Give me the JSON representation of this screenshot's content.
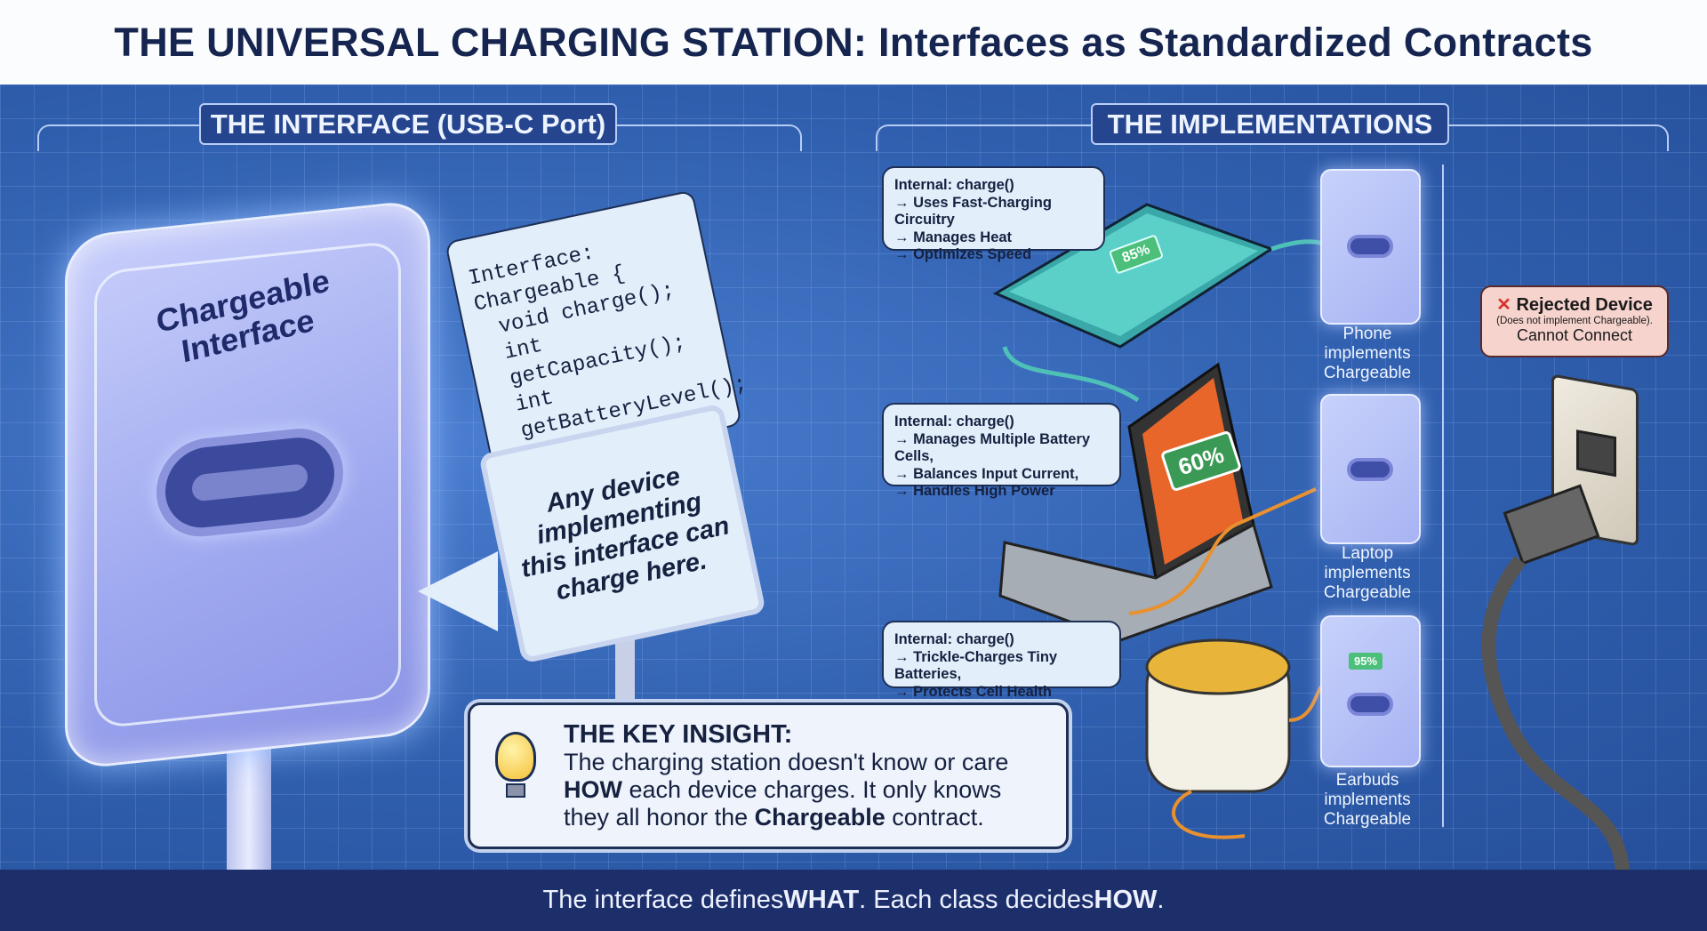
{
  "title": "THE UNIVERSAL CHARGING STATION: Interfaces as Standardized Contracts",
  "left_section": {
    "header": "THE INTERFACE (USB-C Port)",
    "device_label": "Chargeable Interface",
    "code_lines": [
      "Interface: Chargeable {",
      "void charge();",
      "int getCapacity();",
      "int getBatteryLevel();",
      "}"
    ],
    "sign_text": "Any device implementing this interface can charge here."
  },
  "right_section": {
    "header": "THE IMPLEMENTATIONS",
    "implementations": [
      {
        "device": "Phone",
        "battery": "85%",
        "port_label": "Phone implements Chargeable",
        "bubble_title": "Internal: charge()",
        "bubble_lines": [
          "→ Uses Fast-Charging Circuitry",
          "→ Manages Heat",
          "→ Optimizes Speed"
        ]
      },
      {
        "device": "Laptop",
        "battery": "60%",
        "port_label": "Laptop implements Chargeable",
        "bubble_title": "Internal: charge()",
        "bubble_lines": [
          "→ Manages Multiple Battery Cells,",
          "→ Balances Input Current,",
          "→ Handles High Power"
        ]
      },
      {
        "device": "Earbuds",
        "battery": "95%",
        "port_label": "Earbuds implements Chargeable",
        "bubble_title": "Internal: charge()",
        "bubble_lines": [
          "→ Trickle-Charges Tiny Batteries,",
          "→ Protects Cell Health"
        ]
      }
    ],
    "rejected": {
      "title": "Rejected Device",
      "subtitle": "(Does not implement Chargeable).",
      "status": "Cannot Connect"
    }
  },
  "key_insight": {
    "heading": "THE KEY INSIGHT:",
    "text_1": "The charging station doesn't know or care",
    "bold_1": "HOW",
    "text_2": " each device charges. It only knows",
    "text_3": "they all honor the ",
    "bold_2": "Chargeable",
    "text_4": " contract."
  },
  "footer": {
    "prefix": "The interface defines ",
    "what": "WHAT",
    "middle": ". Each class decides ",
    "how": "HOW",
    "suffix": "."
  },
  "colors": {
    "background": "#2f5fae",
    "title": "#15254f",
    "footer": "#1d2f6b",
    "bubble": "#e3eefb",
    "rejected": "#f6d3cd",
    "accent_orange": "#e8912e"
  }
}
